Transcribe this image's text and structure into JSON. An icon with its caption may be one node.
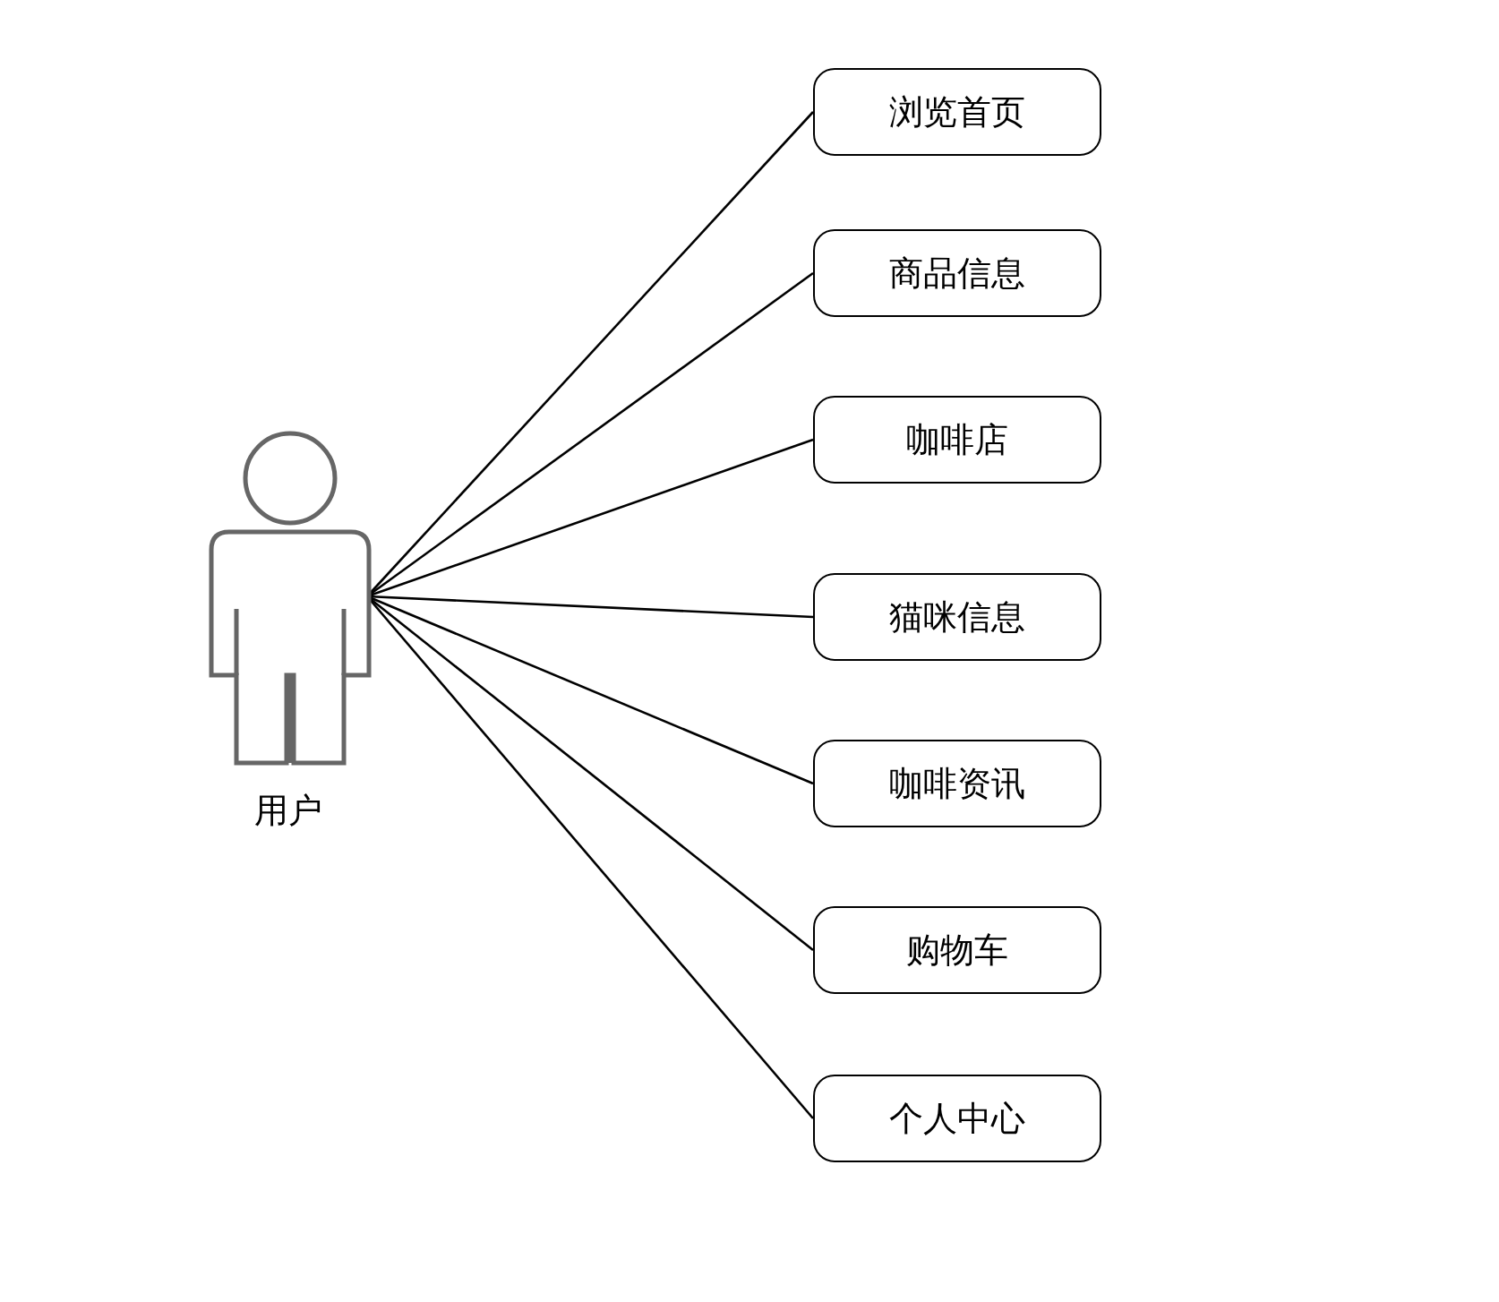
{
  "diagram": {
    "nodes": [
      {
        "text": [],
        "shape": "person",
        "beside": [
          "用户"
        ]
      },
      {
        "text": [
          "浏览首页"
        ]
      },
      {
        "text": [
          "商品信息"
        ]
      },
      {
        "text": [
          "咖啡店"
        ]
      },
      {
        "text": [
          "猫咪信息"
        ]
      },
      {
        "text": [
          "咖啡资讯"
        ]
      },
      {
        "text": [
          "购物车"
        ]
      },
      {
        "text": [
          "个人中心"
        ]
      }
    ],
    "edges": [
      {
        "from": 0,
        "to": 1,
        "arrow": "none"
      },
      {
        "from": 0,
        "to": 2,
        "arrow": "none"
      },
      {
        "from": 0,
        "to": 3,
        "arrow": "none"
      },
      {
        "from": 0,
        "to": 4,
        "arrow": "none"
      },
      {
        "from": 0,
        "to": 5,
        "arrow": "none"
      },
      {
        "from": 0,
        "to": 6,
        "arrow": "none"
      },
      {
        "from": 0,
        "to": 7,
        "arrow": "none"
      }
    ]
  }
}
